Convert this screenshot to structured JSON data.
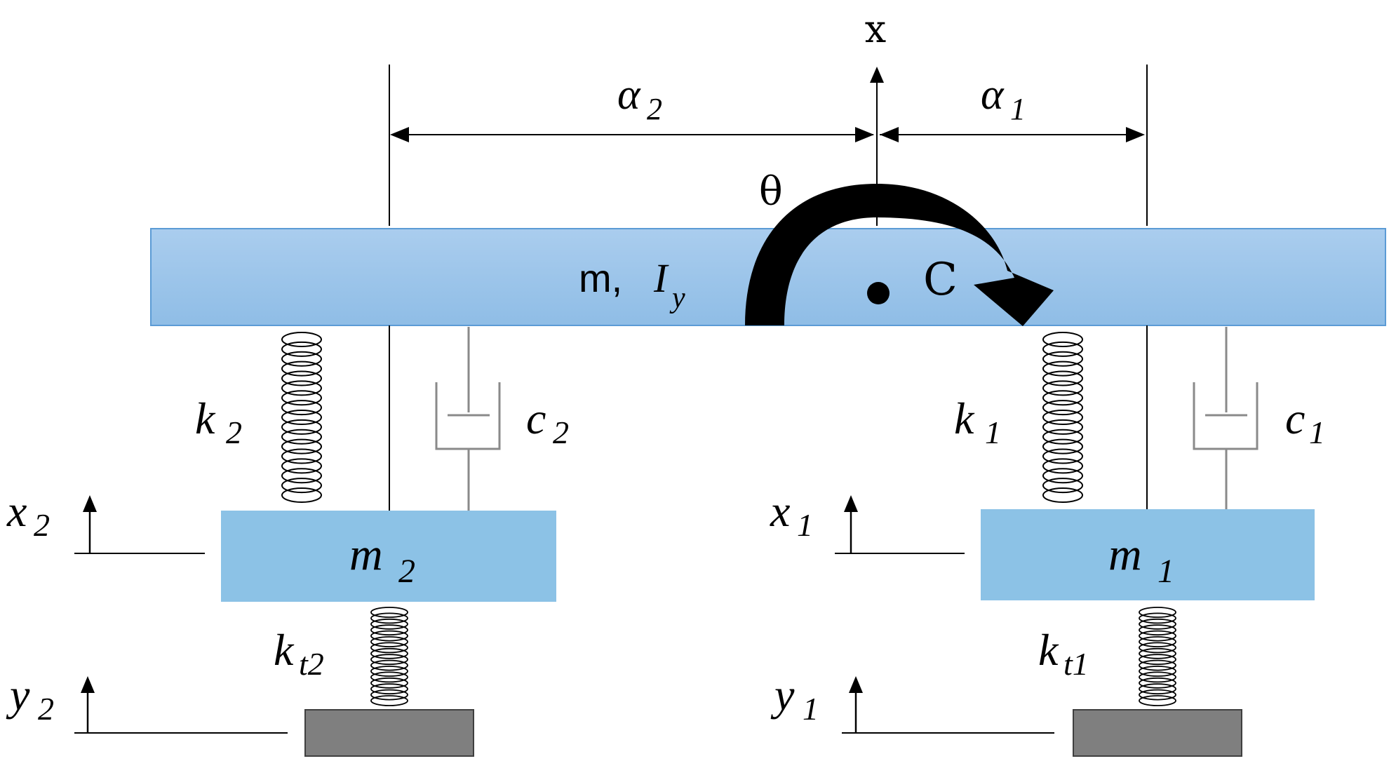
{
  "diagram": {
    "labels": {
      "x_axis": "x",
      "a2": "α",
      "a2_sub": "2",
      "a1": "α",
      "a1_sub": "1",
      "theta": "θ",
      "body_mass": "m, ",
      "body_inertia": "I",
      "body_inertia_sub": "y",
      "cg": "C",
      "k2": "k",
      "k2_sub": "2",
      "c2": "c",
      "c2_sub": "2",
      "k1": "k",
      "k1_sub": "1",
      "c1": "c",
      "c1_sub": "1",
      "x2": "x",
      "x2_sub": "2",
      "x1": "x",
      "x1_sub": "1",
      "m2": "m",
      "m2_sub": "2",
      "m1": "m",
      "m1_sub": "1",
      "kt2": "k",
      "kt2_sub": "t2",
      "kt1": "k",
      "kt1_sub": "t1",
      "y2": "y",
      "y2_sub": "2",
      "y1": "y",
      "y1_sub": "1"
    },
    "colors": {
      "body_top": "#aacdee",
      "body_bottom": "#8fbde6",
      "body_stroke": "#5b9bd5",
      "wheel_mass": "#8cc2e6",
      "ground": "#7f7f7f",
      "ground_stroke": "#3f3f3f",
      "line": "#000000",
      "damper": "#8a8a8a"
    }
  }
}
